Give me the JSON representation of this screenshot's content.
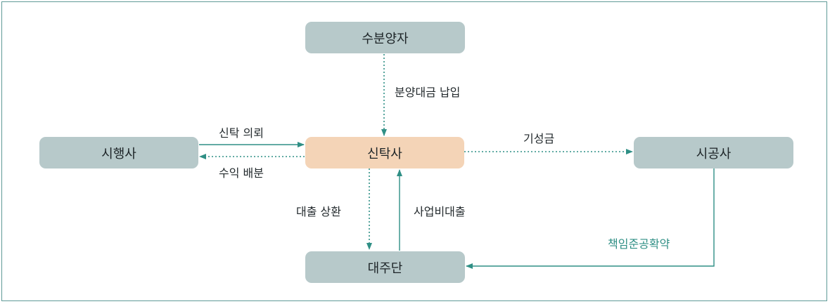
{
  "nodes": {
    "buyer": "수분양자",
    "developer": "시행사",
    "trust": "신탁사",
    "contractor": "시공사",
    "lender": "대주단"
  },
  "edges": {
    "payment": "분양대금 납입",
    "trust_request": "신탁 의뢰",
    "profit_distribution": "수익 배분",
    "progress_payment": "기성금",
    "loan_repayment": "대출 상환",
    "project_loan": "사업비대출",
    "completion_guarantee": "책임준공확약"
  },
  "colors": {
    "node_fill": "#b7c9ca",
    "trust_fill": "#f4d4b7",
    "line": "#2f8f85",
    "accent_text": "#2f8f85",
    "frame": "#5f9a97"
  }
}
